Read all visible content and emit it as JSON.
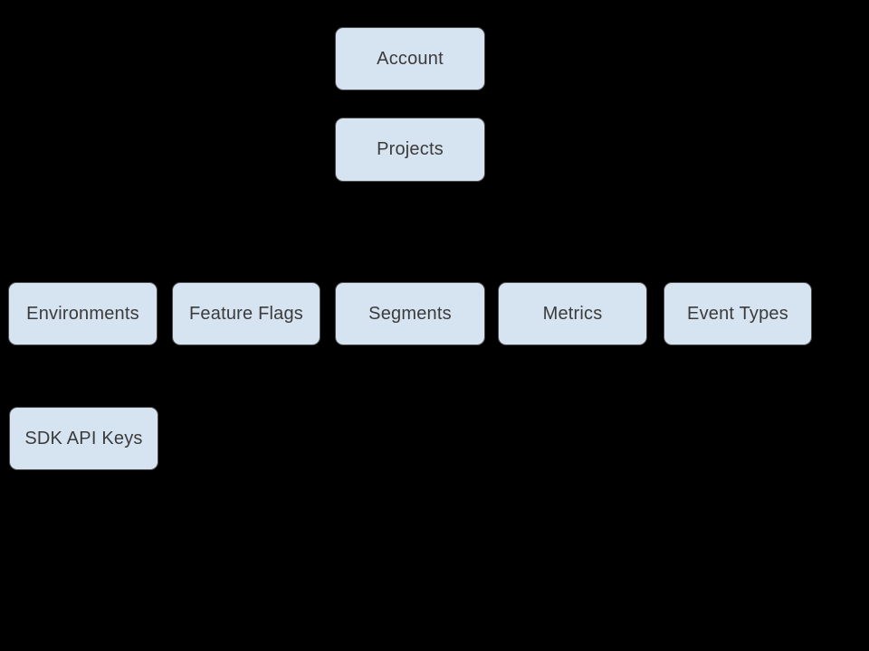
{
  "diagram": {
    "background_color": "#000000",
    "node_fill_color": "#d6e3f1",
    "node_border_color": "#4d4d4d",
    "node_text_color": "#3b3b3b",
    "nodes": {
      "account": {
        "label": "Account"
      },
      "projects": {
        "label": "Projects"
      },
      "environments": {
        "label": "Environments"
      },
      "feature_flags": {
        "label": "Feature Flags"
      },
      "segments": {
        "label": "Segments"
      },
      "metrics": {
        "label": "Metrics"
      },
      "event_types": {
        "label": "Event Types"
      },
      "sdk_api_keys": {
        "label": "SDK API Keys"
      }
    }
  }
}
